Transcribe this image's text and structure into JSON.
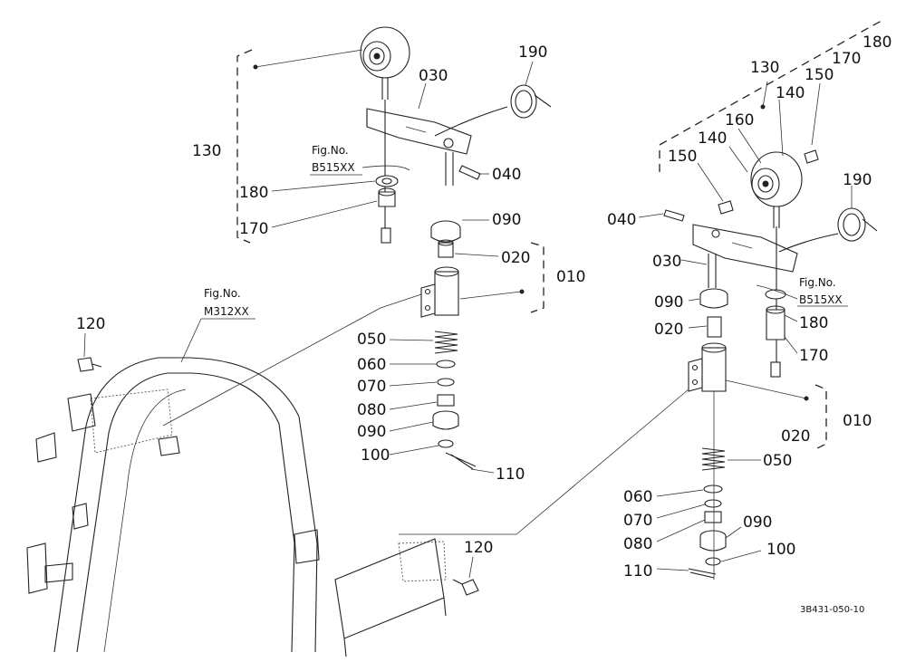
{
  "diagram": {
    "callouts_left": {
      "c190": "190",
      "c030": "030",
      "c130": "130",
      "c040": "040",
      "c180": "180",
      "c170": "170",
      "c090": "090",
      "c020": "020",
      "c010": "010",
      "c050": "050",
      "c060": "060",
      "c070": "070",
      "c080": "080",
      "c090b": "090",
      "c100": "100",
      "c110": "110"
    },
    "callouts_right": {
      "c180": "180",
      "c170": "170",
      "c130": "130",
      "c150": "150",
      "c140": "140",
      "c160": "160",
      "c140b": "140",
      "c150b": "150",
      "c190": "190",
      "c040": "040",
      "c030": "030",
      "c090": "090",
      "c020": "020",
      "c180b": "180",
      "c170b": "170",
      "c010": "010",
      "c020b": "020",
      "c050": "050",
      "c060": "060",
      "c070": "070",
      "c080": "080",
      "c090b": "090",
      "c100": "100",
      "c110": "110"
    },
    "callouts_frame": {
      "c120a": "120",
      "c120b": "120"
    },
    "fig_refs": {
      "fig_label": "Fig.No.",
      "left_code": "B515XX",
      "frame_code": "M312XX",
      "right_code": "B515XX"
    },
    "drawing_code": "3B431-050-10"
  }
}
